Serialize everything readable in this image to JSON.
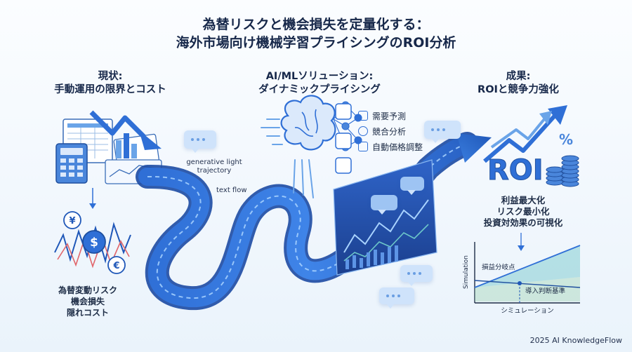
{
  "title": {
    "line1": "為替リスクと機会損失を定量化する：",
    "line2": "海外市場向け機械学習プライシングのROI分析"
  },
  "left": {
    "heading1": "現状:",
    "heading2": "手動運用の限界とコスト",
    "risk_lines": [
      "為替変動リスク",
      "機会損失",
      "隠れコスト"
    ],
    "currency_symbols": [
      "¥",
      "$",
      "€"
    ]
  },
  "center": {
    "heading1": "AI/MLソリューション:",
    "heading2": "ダイナミックプライシング",
    "features": [
      "需要予測",
      "競合分析",
      "自動価格調整"
    ],
    "flow_labels": [
      "generative light\ntrajectory",
      "text flow"
    ]
  },
  "right": {
    "heading1": "成果:",
    "heading2": "ROIと競争力強化",
    "roi_text": "ROI",
    "percent": "%",
    "outcomes": [
      "利益最大化",
      "リスク最小化",
      "投資対効果の可視化"
    ],
    "chart": {
      "ylabel": "Simulation",
      "xlabel": "シミュレーション",
      "breakeven_label": "損益分岐点",
      "decision_label": "導入判断基準"
    }
  },
  "footer": "2025 AI KnowledgeFlow",
  "colors": {
    "primary": "#2f6fd6",
    "dark": "#17284a",
    "light": "#cfe3fb",
    "teal": "#6cc6c9",
    "green": "#9bd3b0"
  }
}
